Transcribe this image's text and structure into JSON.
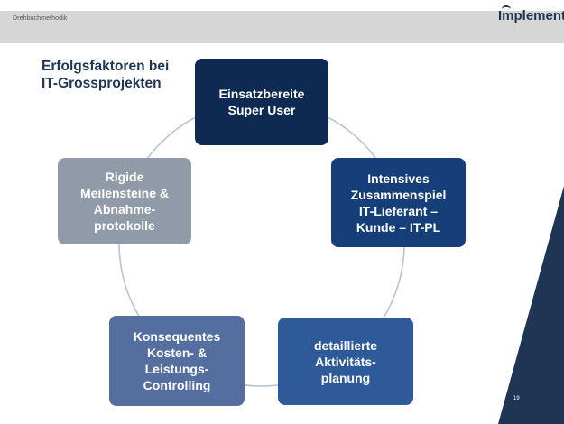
{
  "header": {
    "breadcrumb": "Drehbuchmethodik",
    "brand": "Implement"
  },
  "slide": {
    "title_line1": "Erfolgsfaktoren bei",
    "title_line2": "IT-Grossprojekten",
    "page_number": "19"
  },
  "cycle": {
    "boxes": [
      {
        "id": "super-user",
        "lines": [
          "Einsatzbereite",
          "Super User"
        ],
        "color": "#0e2a52"
      },
      {
        "id": "zusammenspiel",
        "lines": [
          "Intensives",
          "Zusammenspiel",
          "IT-Lieferant –",
          "Kunde – IT-PL"
        ],
        "color": "#163f7a"
      },
      {
        "id": "planung",
        "lines": [
          "detaillierte",
          "Aktivitäts-",
          "planung"
        ],
        "color": "#2e5a9a"
      },
      {
        "id": "controlling",
        "lines": [
          "Konsequentes",
          "Kosten- &",
          "Leistungs-",
          "Controlling"
        ],
        "color": "#556ea0"
      },
      {
        "id": "meilensteine",
        "lines": [
          "Rigide",
          "Meilensteine &",
          "Abnahme-",
          "protokolle"
        ],
        "color": "#909aa8"
      }
    ],
    "ring_color": "#b7c3d6"
  },
  "decor": {
    "wedge_color": "#1f3554"
  }
}
